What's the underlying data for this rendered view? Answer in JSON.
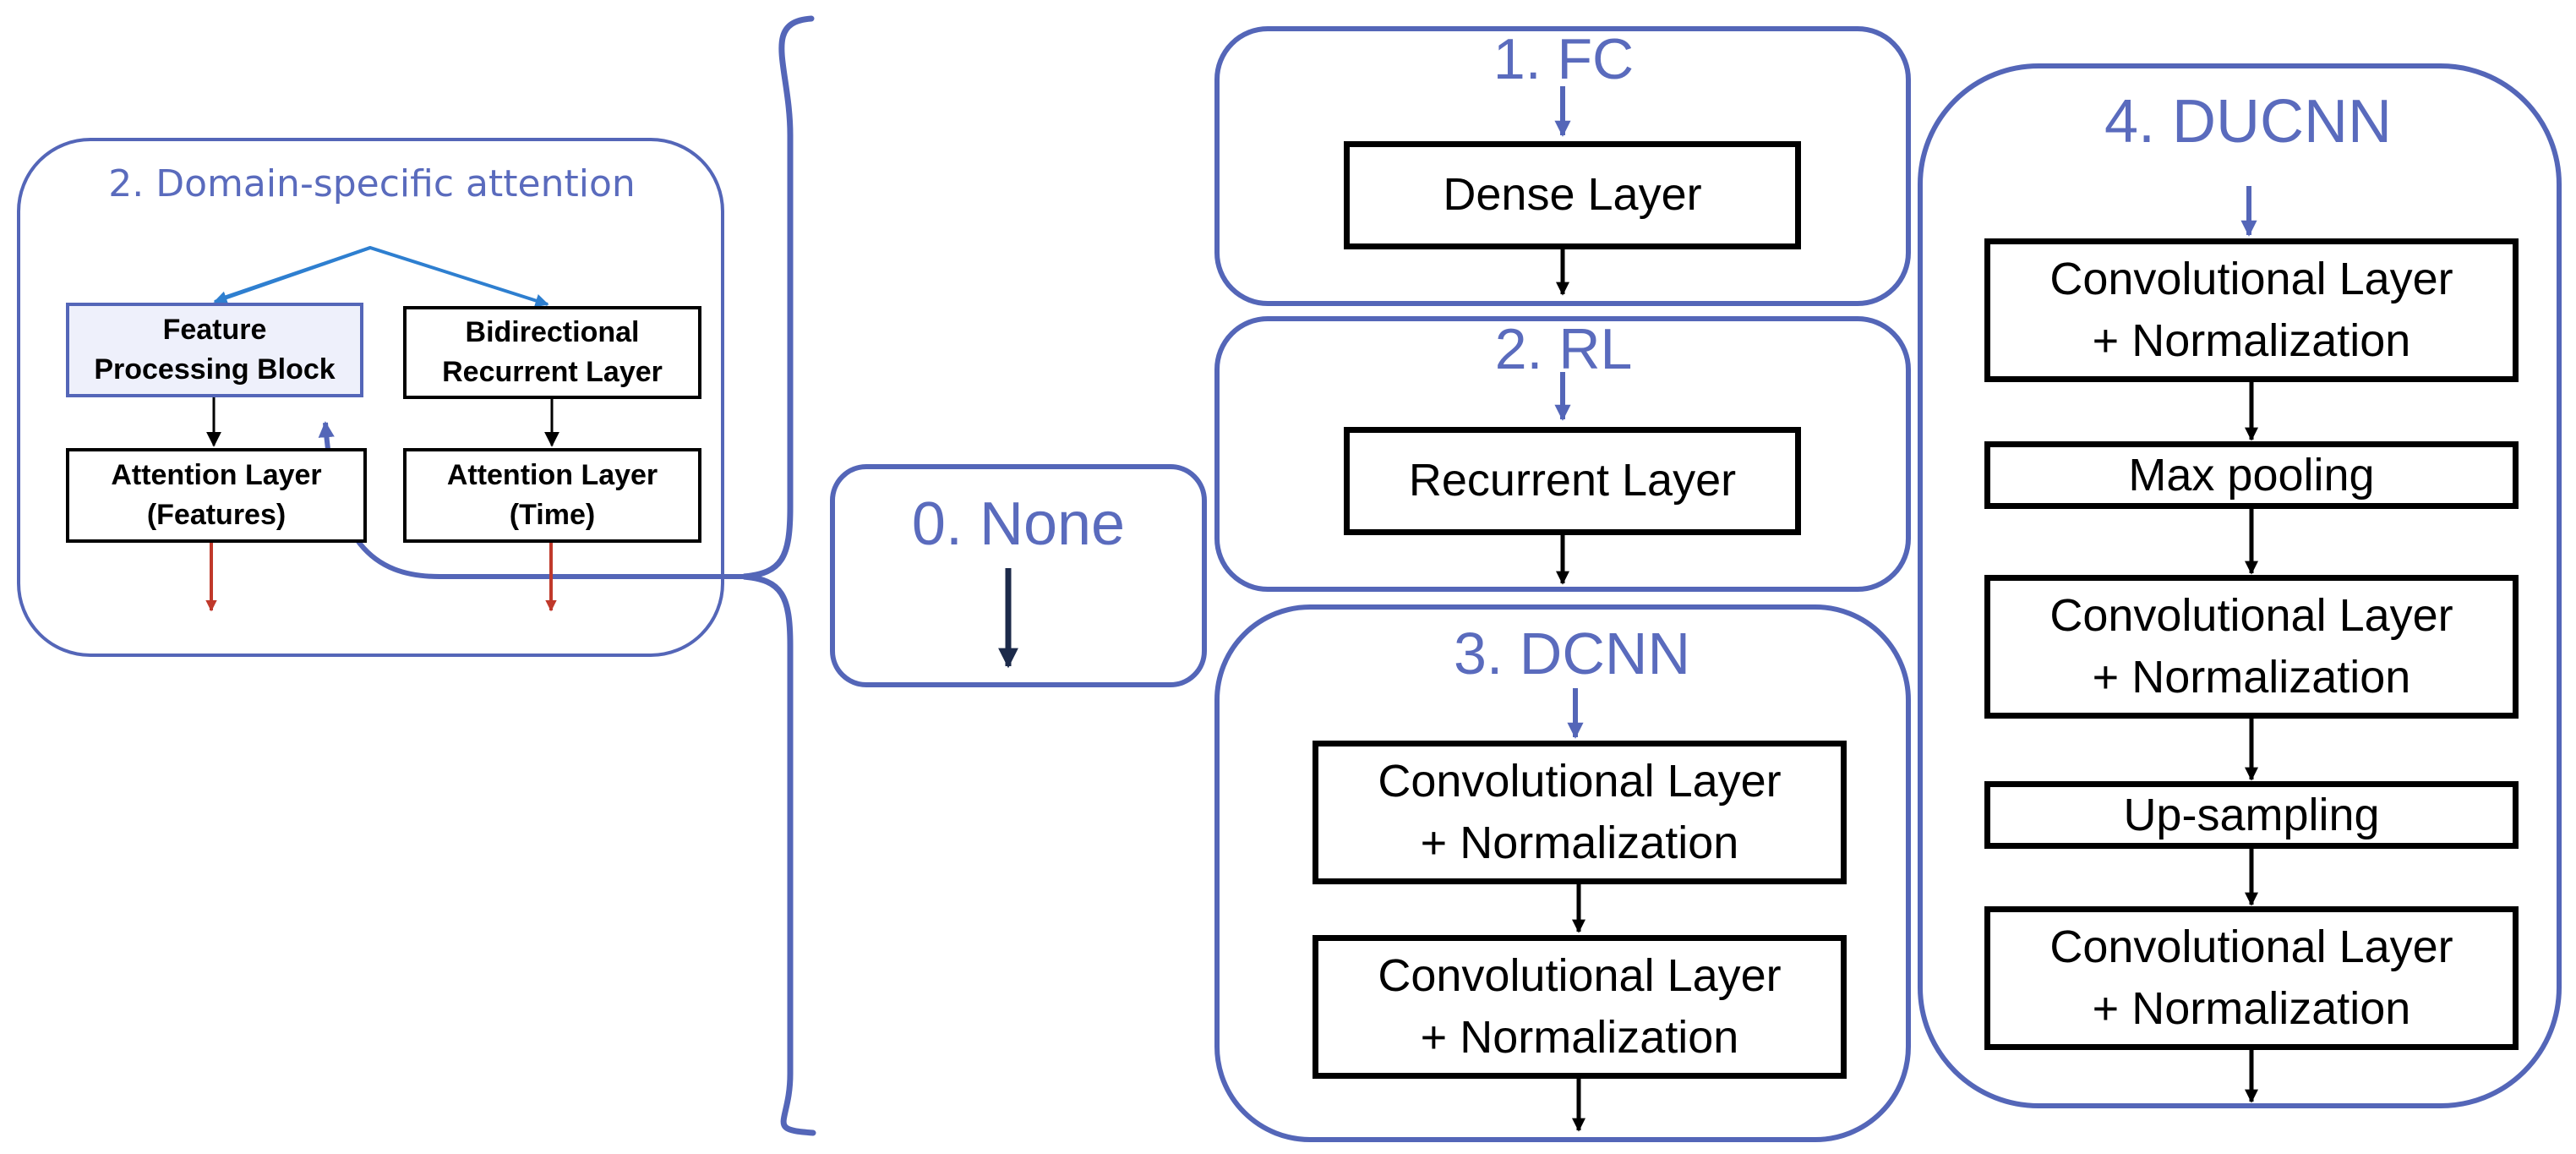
{
  "colors": {
    "accent": "#5a6bbd",
    "frame": "#5466b8",
    "attention_split": "#2e7fd0",
    "output_arrow": "#c0392b",
    "box_border": "#000000"
  },
  "attention_panel": {
    "title": "2. Domain-specific attention",
    "feature_block": [
      "Feature",
      "Processing Block"
    ],
    "recurrent_block": [
      "Bidirectional",
      "Recurrent Layer"
    ],
    "attention_features": [
      "Attention Layer",
      "(Features)"
    ],
    "attention_time": [
      "Attention Layer",
      "(Time)"
    ]
  },
  "options": {
    "none": {
      "title": "0. None"
    },
    "fc": {
      "title": "1. FC",
      "layers": [
        "Dense Layer"
      ]
    },
    "rl": {
      "title": "2. RL",
      "layers": [
        "Recurrent Layer"
      ]
    },
    "dcnn": {
      "title": "3. DCNN",
      "layers": [
        [
          "Convolutional Layer",
          "+ Normalization"
        ],
        [
          "Convolutional Layer",
          "+ Normalization"
        ]
      ]
    },
    "ducnn": {
      "title": "4. DUCNN",
      "layers": [
        [
          "Convolutional Layer",
          "+ Normalization"
        ],
        "Max pooling",
        [
          "Convolutional Layer",
          "+ Normalization"
        ],
        "Up-sampling",
        [
          "Convolutional Layer",
          "+ Normalization"
        ]
      ]
    }
  }
}
